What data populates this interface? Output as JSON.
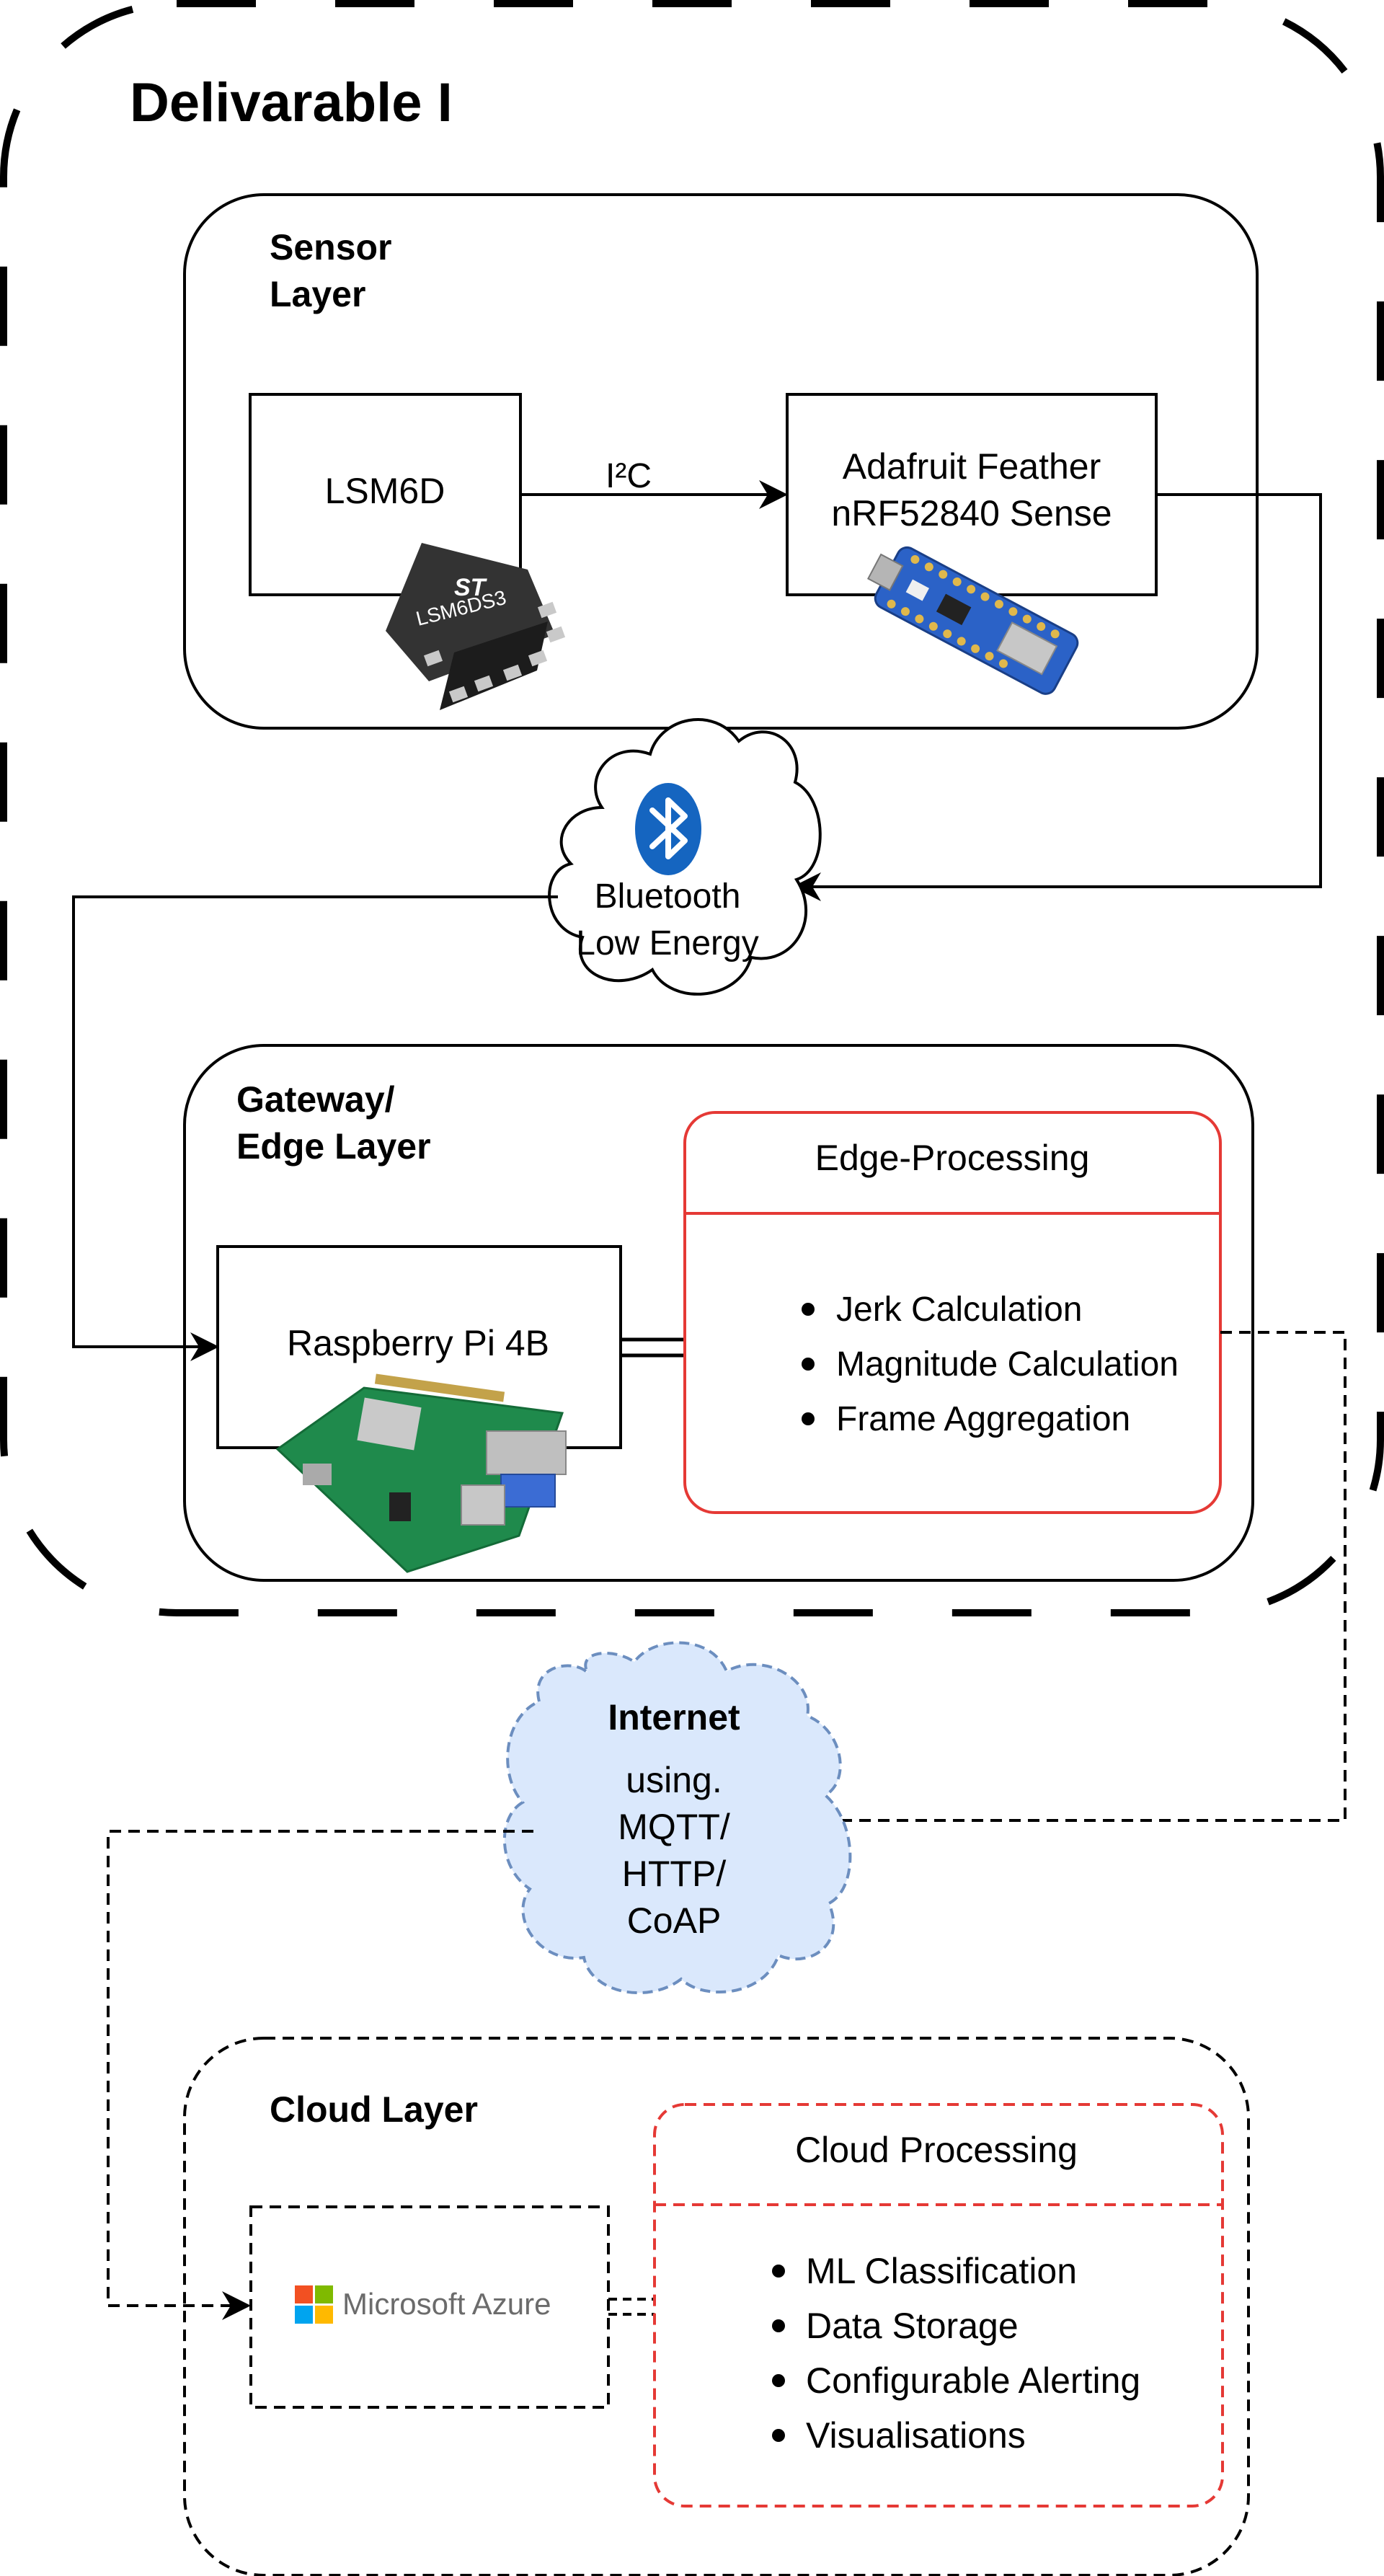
{
  "deliverable": {
    "title": "Delivarable I"
  },
  "sensor_layer": {
    "title_line1": "Sensor",
    "title_line2": "Layer",
    "imu": {
      "label": "LSM6D",
      "chip_marking": "LSM6DS3"
    },
    "mcu": {
      "label_line1": "Adafruit Feather",
      "label_line2": "nRF52840 Sense"
    },
    "link_label": "I²C"
  },
  "ble": {
    "label_line1": "Bluetooth",
    "label_line2": "Low Energy",
    "icon": "bluetooth-icon",
    "icon_color": "#1565c0"
  },
  "gateway_layer": {
    "title_line1": "Gateway/",
    "title_line2": "Edge Layer",
    "device": {
      "label": "Raspberry Pi 4B"
    },
    "edge_processing": {
      "title": "Edge-Processing",
      "border_color": "#e53935",
      "items": [
        "Jerk Calculation",
        "Magnitude Calculation",
        "Frame Aggregation"
      ]
    }
  },
  "internet": {
    "title": "Internet",
    "line1": "using.",
    "line2": "MQTT/",
    "line3": "HTTP/",
    "line4": "CoAP",
    "fill_color": "#dae8fc",
    "border_color": "#6c8ebf"
  },
  "cloud_layer": {
    "title": "Cloud Layer",
    "azure": {
      "label": "Microsoft Azure"
    },
    "cloud_processing": {
      "title": "Cloud Processing",
      "border_color": "#e53935",
      "items": [
        "ML Classification",
        "Data Storage",
        "Configurable Alerting",
        "Visualisations"
      ]
    }
  }
}
